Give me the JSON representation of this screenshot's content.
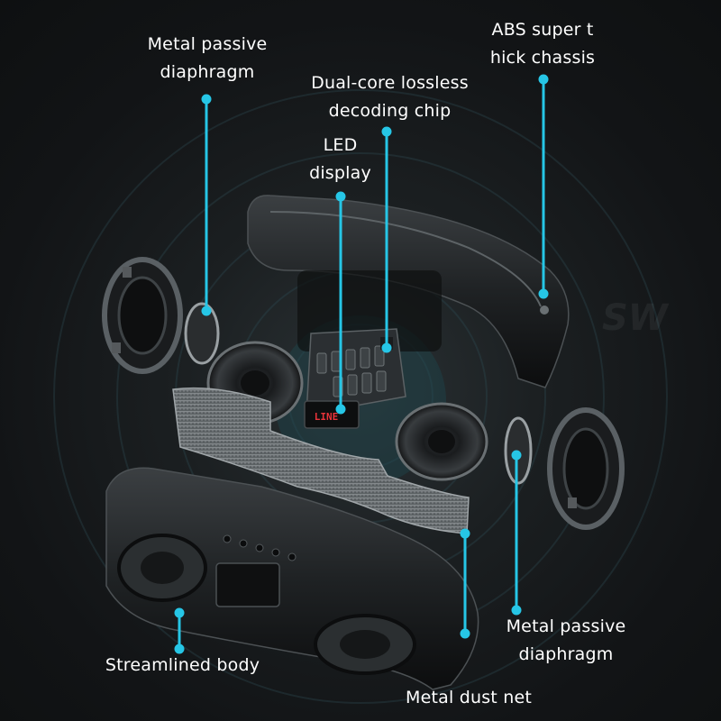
{
  "labels": {
    "metal_passive_top": [
      "Metal passive",
      "diaphragm"
    ],
    "abs_chassis": [
      "ABS super t",
      "hick chassis"
    ],
    "dual_core_chip": [
      "Dual-core lossless",
      "decoding chip"
    ],
    "led_display": [
      "LED",
      "display"
    ],
    "metal_passive_bottom": [
      "Metal passive",
      "diaphragm"
    ],
    "streamlined_body": [
      "Streamlined body"
    ],
    "metal_dust_net": [
      "Metal dust net"
    ]
  },
  "display_text": "LINE",
  "watermark": "SW",
  "colors": {
    "leader": "#26c6e6",
    "label_text": "#ffffff",
    "background": "#16191b",
    "led": "#e8333a"
  }
}
